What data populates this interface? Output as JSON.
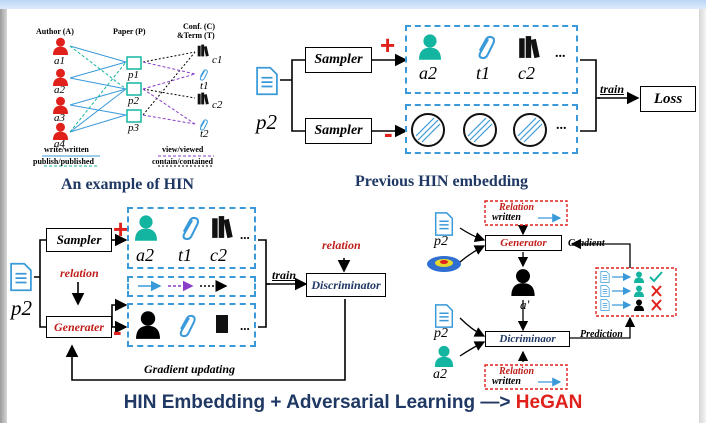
{
  "hin_example": {
    "col_author": "Author (A)",
    "col_paper": "Paper (P)",
    "col_conf": "Conf. (C)",
    "col_term": "&Term (T)",
    "authors": [
      "a1",
      "a2",
      "a3",
      "a4"
    ],
    "papers": [
      "p1",
      "p2",
      "p3"
    ],
    "confs_terms": [
      "c1",
      "t1",
      "c2",
      "t2"
    ],
    "rel_write": "write/written",
    "rel_publish": "publish/published",
    "rel_view": "view/viewed",
    "rel_contain": "contain/contained",
    "caption": "An example of HIN"
  },
  "previous": {
    "node": "p2",
    "sampler": "Sampler",
    "plus": "+",
    "minus": "-",
    "pos_labels": [
      "a2",
      "t1",
      "c2"
    ],
    "ellipsis": "...",
    "train": "train",
    "loss": "Loss",
    "caption": "Previous HIN embedding"
  },
  "hegan": {
    "node": "p2",
    "sampler": "Sampler",
    "generator": "Generater",
    "relation": "relation",
    "relation_right": "relation",
    "plus": "+",
    "minus": "-",
    "pos_labels": [
      "a2",
      "t1",
      "c2"
    ],
    "ellipsis": "...",
    "train": "train",
    "discriminator": "Discriminator",
    "gradient_updating": "Gradient updating"
  },
  "detail": {
    "relation": "Relation",
    "written": "written",
    "node_top": "p2",
    "generator": "Generator",
    "gradient": "Gradient",
    "a_prime": "a'",
    "node_mid": "p2",
    "node_bottom": "p2",
    "node_a": "a2",
    "discriminator": "Dicriminaor",
    "prediction": "Prediction",
    "relation2": "Relation",
    "written2": "written"
  },
  "bottom": {
    "part1": "HIN Embedding + Adversarial Learning ",
    "arrow": "—>",
    "part2": " HeGAN",
    "accent": "#e0201b",
    "primary": "#1f3864"
  },
  "colors": {
    "blue": "#3a9ad9",
    "green": "#14b5a0",
    "red": "#e0201b"
  }
}
